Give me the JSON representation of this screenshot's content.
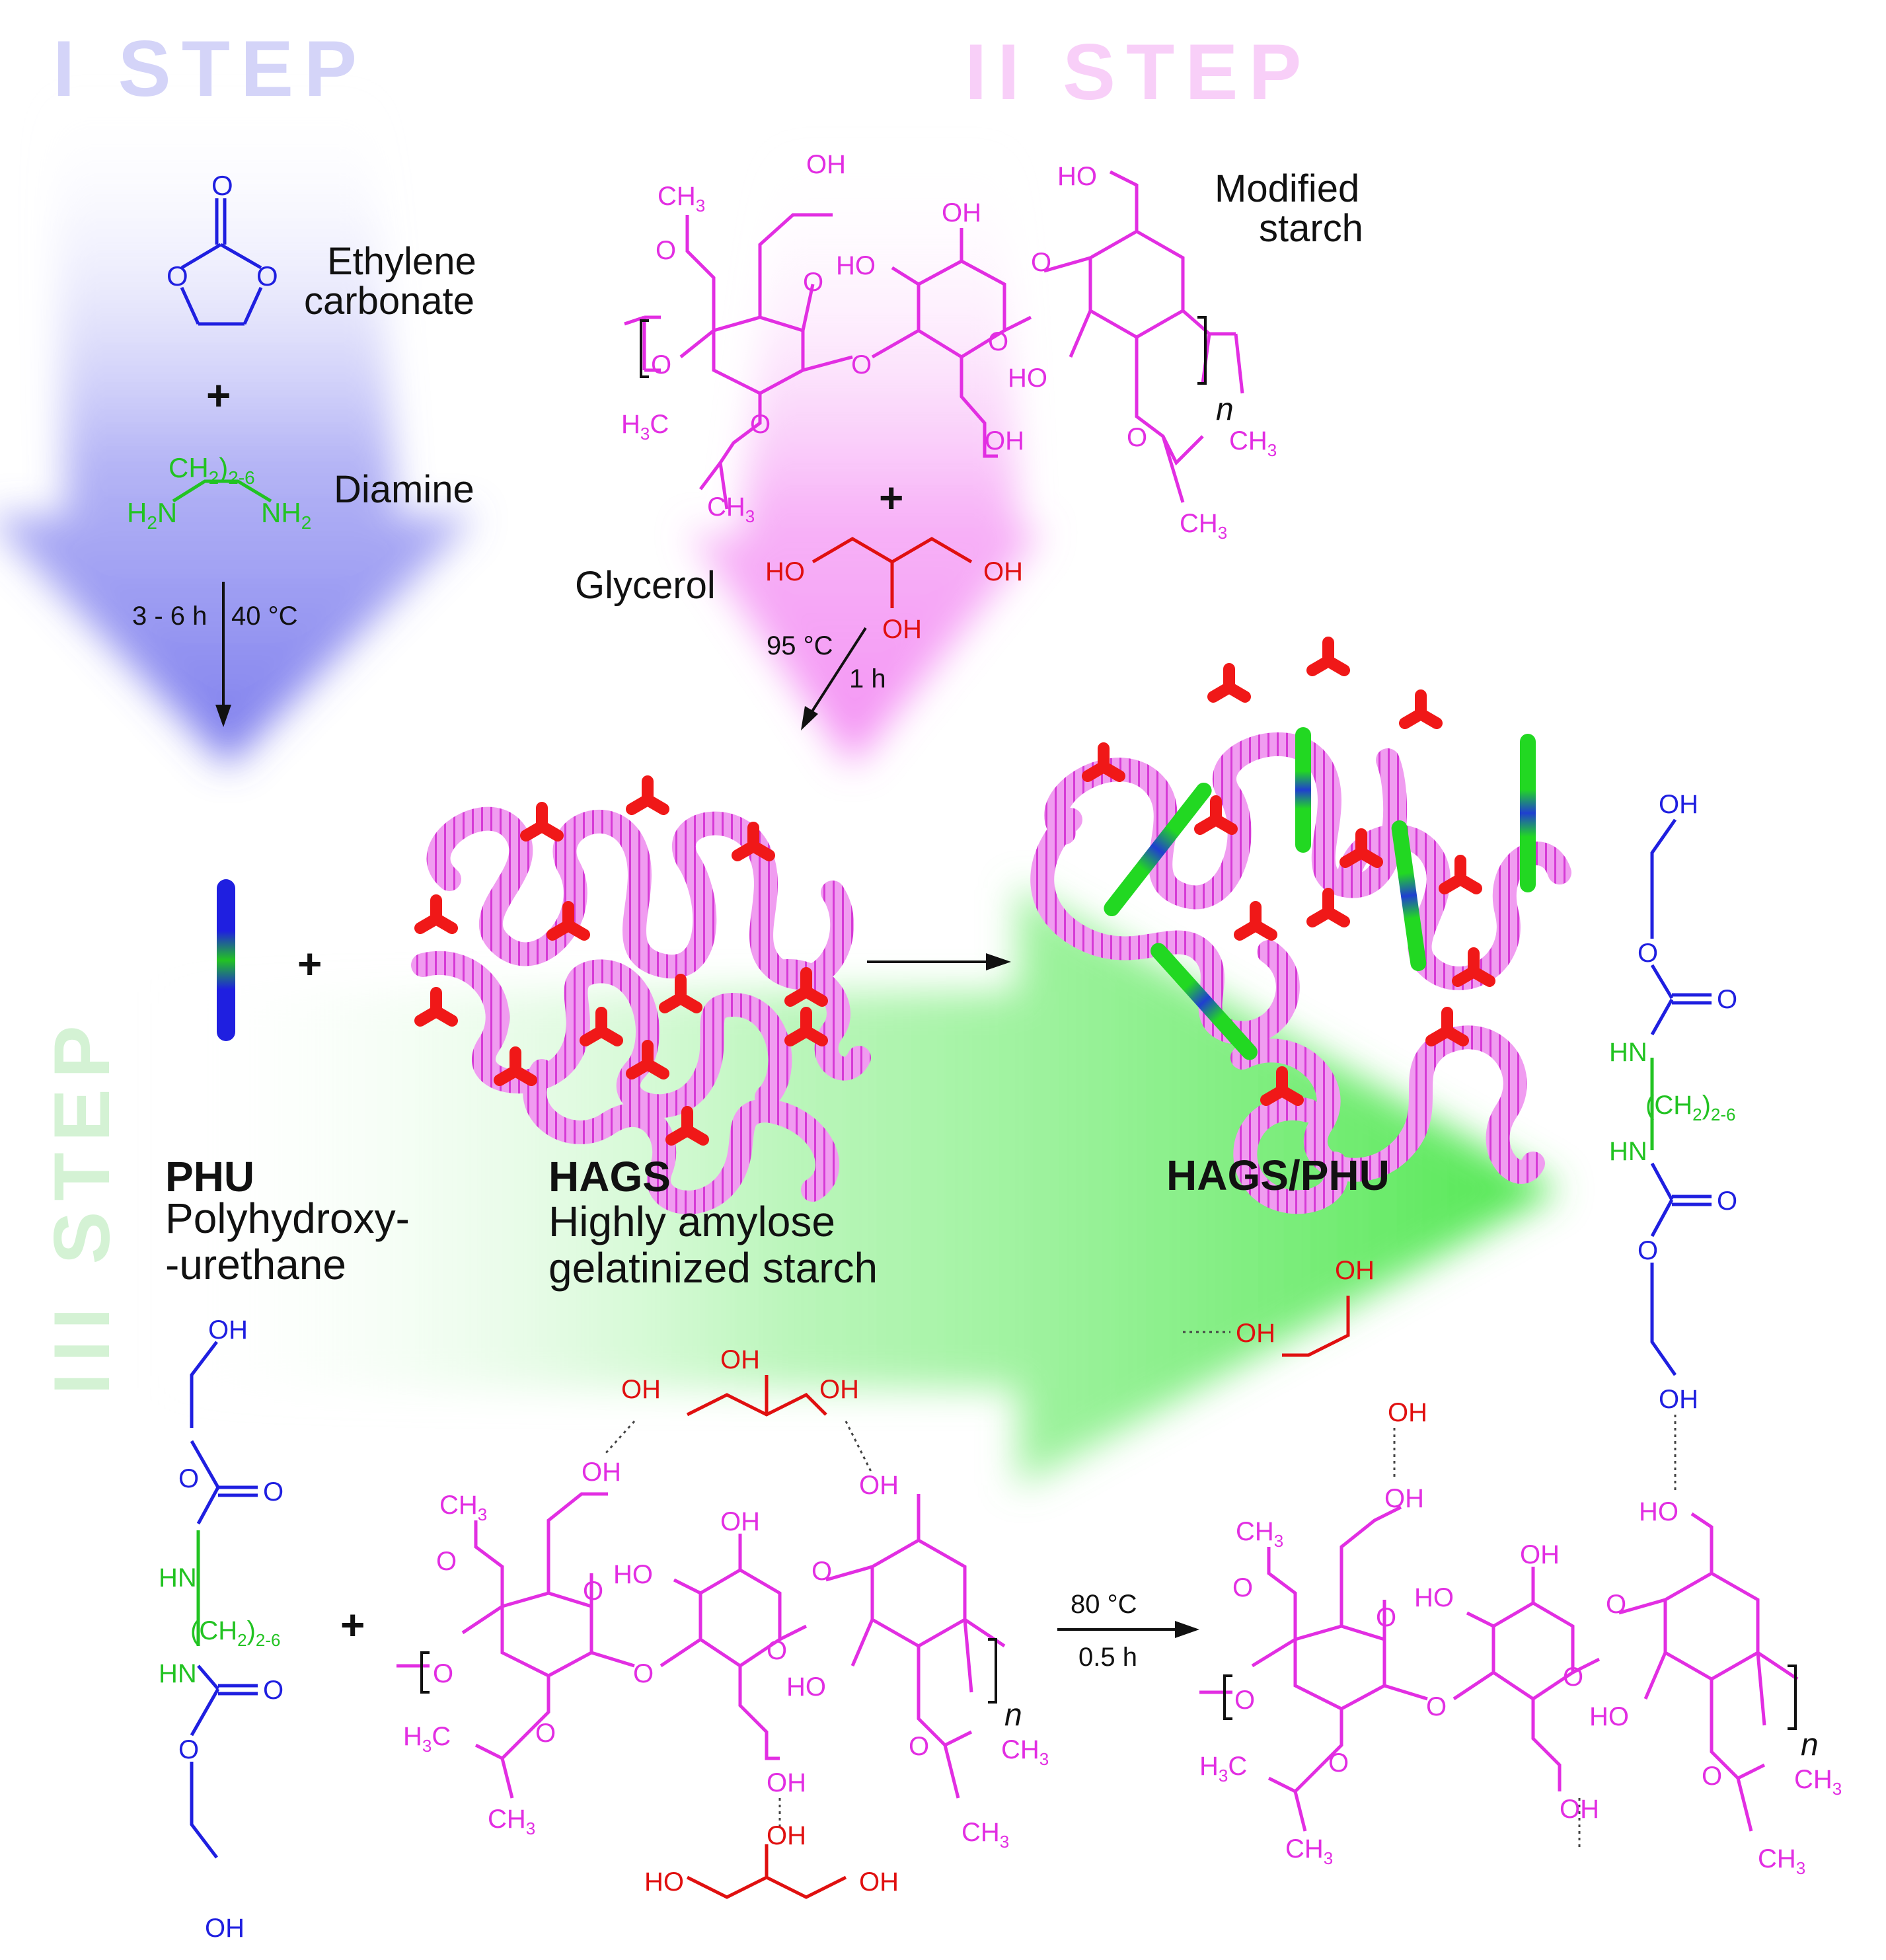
{
  "steps": {
    "step1": "I STEP",
    "step2": "II STEP",
    "step3": "III STEP"
  },
  "colors": {
    "starch": "#e22ee2",
    "glycerol": "#e01010",
    "carbonate": "#1f1fe0",
    "diamine": "#22c322",
    "step1_bg": "#5a5ae8",
    "step2_bg": "#f06cf0",
    "step3_bg": "#46e646",
    "text": "#111111"
  },
  "labels": {
    "ethylene_1": "Ethylene",
    "ethylene_2": "carbonate",
    "plus": "+",
    "diamine": "Diamine",
    "modified_1": "Modified",
    "modified_2": "starch",
    "glycerol": "Glycerol",
    "phu": "PHU",
    "phu_full_1": "Polyhydroxy-",
    "phu_full_2": "-urethane",
    "hags": "HAGS",
    "hags_full_1": "Highly amylose",
    "hags_full_2": "gelatinized starch",
    "hags_phu": "HAGS/PHU"
  },
  "conditions": {
    "step1_time": "3 - 6 h",
    "step1_temp": "40 °C",
    "step2_temp": "95 °C",
    "step2_time": "1 h",
    "step3_temp": "80 °C",
    "step3_time": "0.5 h"
  },
  "chem": {
    "O": "O",
    "OH": "OH",
    "HO": "HO",
    "HN": "HN",
    "n": "n",
    "CH": "CH",
    "H": "H",
    "C": "C",
    "N": "N",
    "sub2": "2",
    "sub3": "3",
    "sub26": "2-6"
  }
}
